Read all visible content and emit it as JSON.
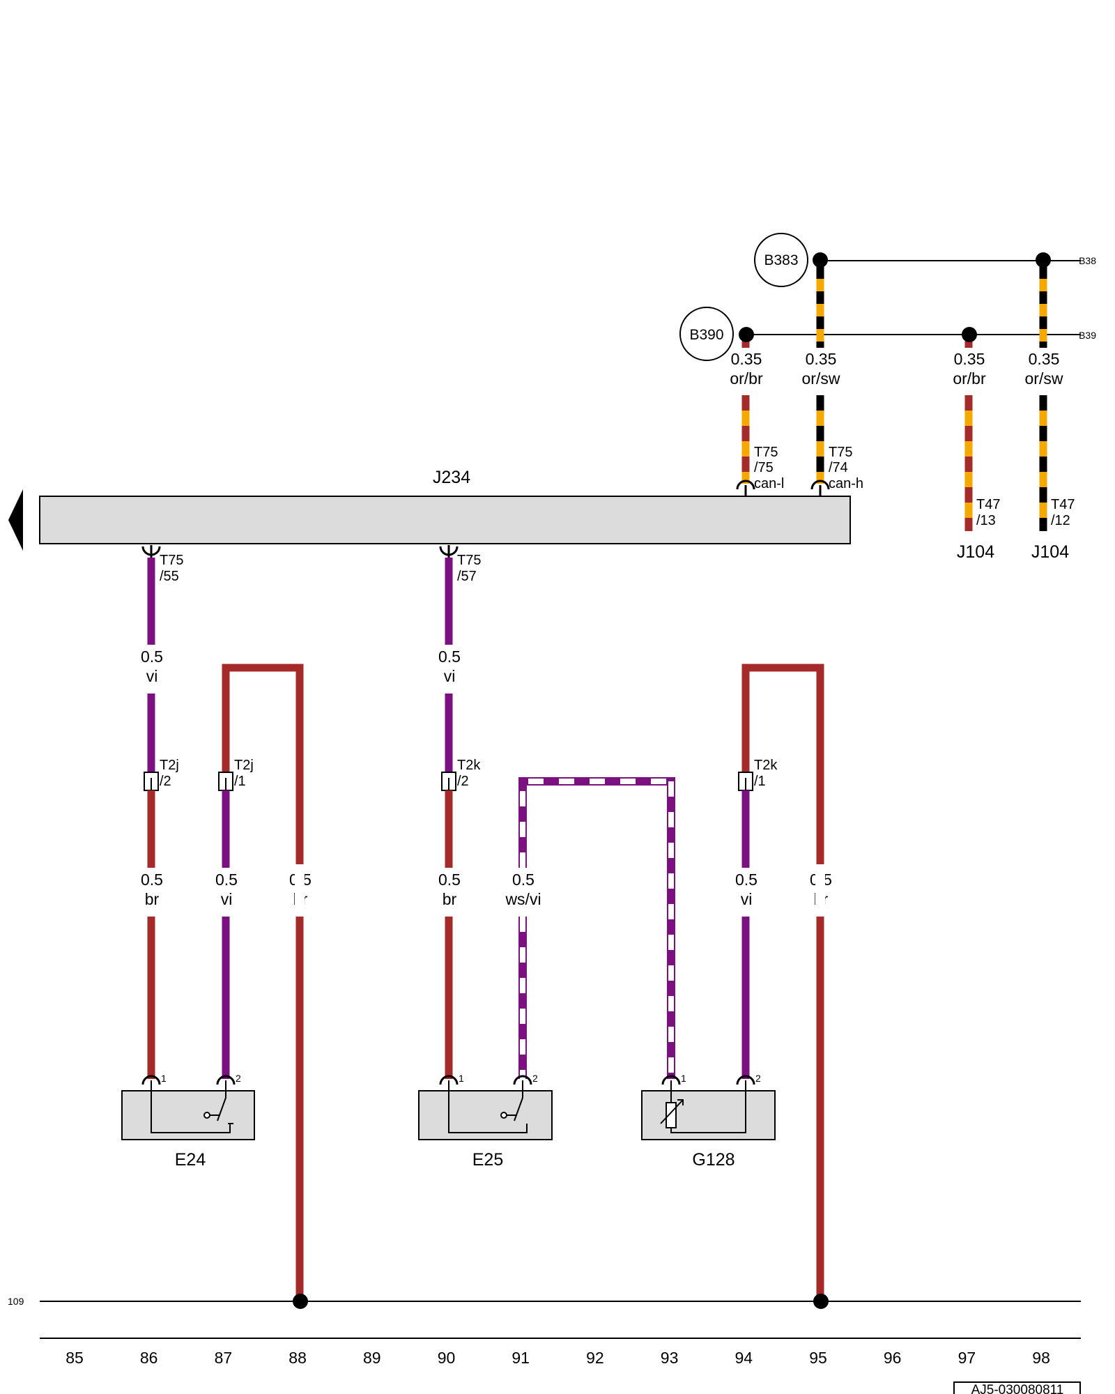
{
  "colors": {
    "br": "#a52a2a",
    "vi": "#7b1080",
    "or": "#f5a800",
    "sw": "#000000",
    "ws": "#ffffff",
    "component_fill": "#dcdcdc"
  },
  "control_unit": {
    "label": "J234"
  },
  "nodes": {
    "b383": "B383",
    "b390": "B390",
    "right_b38": "B38",
    "right_b39": "B39"
  },
  "ground_ref": "109",
  "wires": {
    "w86a": {
      "size": "0.5",
      "color": "vi"
    },
    "w90a": {
      "size": "0.5",
      "color": "vi"
    },
    "w86": {
      "size": "0.5",
      "color": "br"
    },
    "w87": {
      "size": "0.5",
      "color": "vi"
    },
    "w88": {
      "size": "0.5",
      "color": "br"
    },
    "w90": {
      "size": "0.5",
      "color": "br"
    },
    "w91": {
      "size": "0.5",
      "color": "ws/vi"
    },
    "w94": {
      "size": "0.5",
      "color": "vi"
    },
    "w95": {
      "size": "0.5",
      "color": "br"
    },
    "can94": {
      "size": "0.35",
      "color": "or/br"
    },
    "can95": {
      "size": "0.35",
      "color": "or/sw"
    },
    "can97": {
      "size": "0.35",
      "color": "or/br"
    },
    "can98": {
      "size": "0.35",
      "color": "or/sw"
    }
  },
  "connectors": {
    "t75_55": {
      "l1": "T75",
      "l2": "/55"
    },
    "t75_57": {
      "l1": "T75",
      "l2": "/57"
    },
    "t75_75": {
      "l1": "T75",
      "l2": "/75",
      "l3": "can-l"
    },
    "t75_74": {
      "l1": "T75",
      "l2": "/74",
      "l3": "can-h"
    },
    "t47_13": {
      "l1": "T47",
      "l2": "/13"
    },
    "t47_12": {
      "l1": "T47",
      "l2": "/12"
    },
    "t2j_2": {
      "l1": "T2j",
      "l2": "/2"
    },
    "t2j_1": {
      "l1": "T2j",
      "l2": "/1"
    },
    "t2k_2": {
      "l1": "T2k",
      "l2": "/2"
    },
    "t2k_1": {
      "l1": "T2k",
      "l2": "/1"
    }
  },
  "components": {
    "e24": {
      "label": "E24",
      "pin1": "1",
      "pin2": "2"
    },
    "e25": {
      "label": "E25",
      "pin1": "1",
      "pin2": "2"
    },
    "g128": {
      "label": "G128",
      "pin1": "1",
      "pin2": "2"
    },
    "j104a": {
      "label": "J104"
    },
    "j104b": {
      "label": "J104"
    }
  },
  "columns": [
    "85",
    "86",
    "87",
    "88",
    "89",
    "90",
    "91",
    "92",
    "93",
    "94",
    "95",
    "96",
    "97",
    "98"
  ],
  "doc_ref": "AJ5-030080811"
}
